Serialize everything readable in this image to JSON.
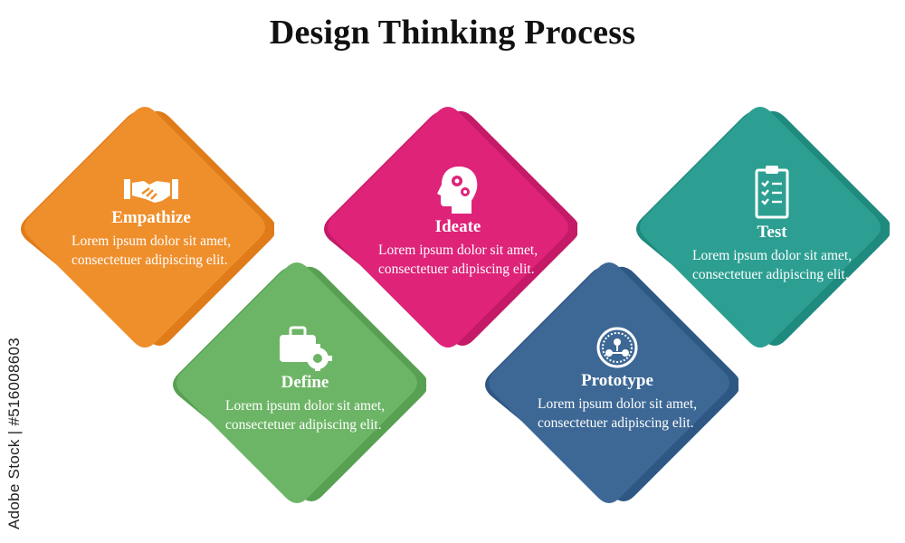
{
  "title": "Design Thinking Process",
  "stock_id": "Adobe Stock | #516008603",
  "steps": [
    {
      "name": "Empathize",
      "text": "Lorem ipsum dolor sit amet, consectetuer adipiscing elit.",
      "color": "#EF8F2C",
      "shade": "#E07B1A",
      "icon": "handshake-icon"
    },
    {
      "name": "Define",
      "text": "Lorem ipsum dolor sit amet, consectetuer adipiscing elit.",
      "color": "#6DB566",
      "shade": "#58A052",
      "icon": "briefcase-gear-icon"
    },
    {
      "name": "Ideate",
      "text": "Lorem ipsum dolor sit amet, consectetuer adipiscing elit.",
      "color": "#DE2379",
      "shade": "#C41A68",
      "icon": "head-gears-icon"
    },
    {
      "name": "Prototype",
      "text": "Lorem ipsum dolor sit amet, consectetuer adipiscing elit.",
      "color": "#3D6895",
      "shade": "#2E5783",
      "icon": "prototype-gauge-icon"
    },
    {
      "name": "Test",
      "text": "Lorem ipsum dolor sit amet, consectetuer adipiscing elit.",
      "color": "#2C9F92",
      "shade": "#1F8A7E",
      "icon": "clipboard-checklist-icon"
    }
  ]
}
